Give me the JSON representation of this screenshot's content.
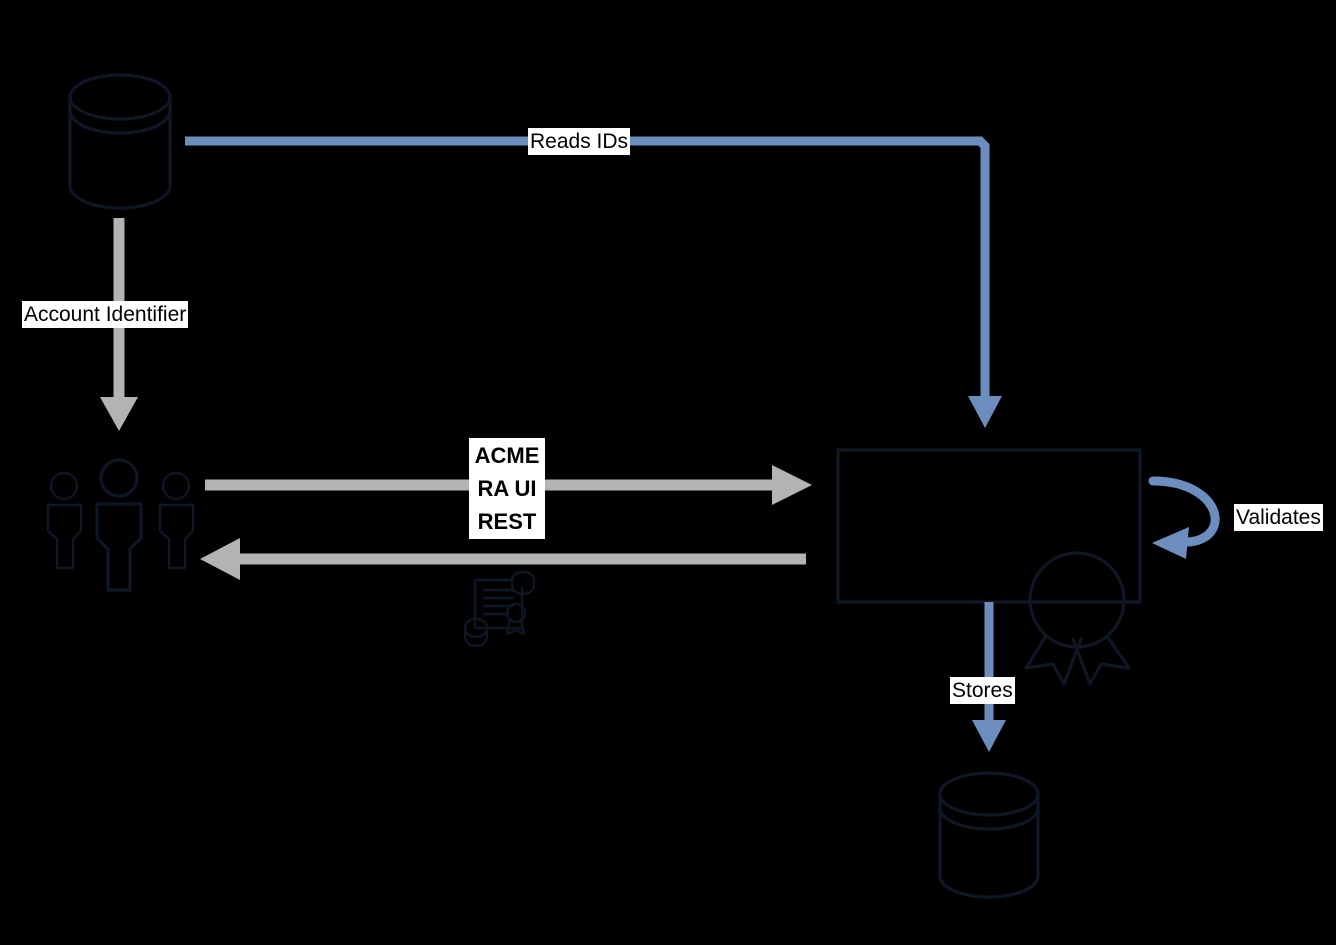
{
  "diagram": {
    "title": "ACME RA certificate issuance flow",
    "background_color": "#000000",
    "shape_stroke_color": "#0f1724",
    "blue_flow_color": "#6C8EBF",
    "gray_flow_color": "#B3B3B3",
    "label_bg_color": "#FFFFFF",
    "label_text_color": "#000000"
  },
  "nodes": [
    {
      "id": "source-database",
      "type": "cylinder-icon",
      "label": ""
    },
    {
      "id": "users-actors",
      "type": "users-icon",
      "label": ""
    },
    {
      "id": "acme-ra-service-box",
      "type": "rectangle",
      "label": ""
    },
    {
      "id": "certificate-badge",
      "type": "award-badge-icon",
      "label": ""
    },
    {
      "id": "certificate-scroll",
      "type": "certificate-icon",
      "label": ""
    },
    {
      "id": "target-database",
      "type": "cylinder-icon",
      "label": ""
    }
  ],
  "edges": [
    {
      "id": "reads-ids",
      "label": "Reads IDs",
      "color": "#6C8EBF",
      "from": "source-database",
      "to": "acme-ra-service-box"
    },
    {
      "id": "account-identifier",
      "label": "Account Identifier",
      "color": "#B3B3B3",
      "from": "source-database",
      "to": "users-actors"
    },
    {
      "id": "acme-ra-ui-rest",
      "label": "ACME\nRA UI\nREST",
      "color": "#B3B3B3",
      "from": "users-actors",
      "to": "acme-ra-service-box"
    },
    {
      "id": "response",
      "label": "",
      "color": "#B3B3B3",
      "from": "acme-ra-service-box",
      "to": "users-actors"
    },
    {
      "id": "validates",
      "label": "Validates",
      "color": "#6C8EBF",
      "from": "acme-ra-service-box",
      "to": "acme-ra-service-box"
    },
    {
      "id": "stores",
      "label": "Stores",
      "color": "#6C8EBF",
      "from": "acme-ra-service-box",
      "to": "target-database"
    }
  ],
  "labels": {
    "reads_ids": "Reads IDs",
    "account_identifier": "Account Identifier",
    "acme_ra_ui_rest_line1": "ACME",
    "acme_ra_ui_rest_line2": "RA UI",
    "acme_ra_ui_rest_line3": "REST",
    "validates": "Validates",
    "stores": "Stores"
  }
}
